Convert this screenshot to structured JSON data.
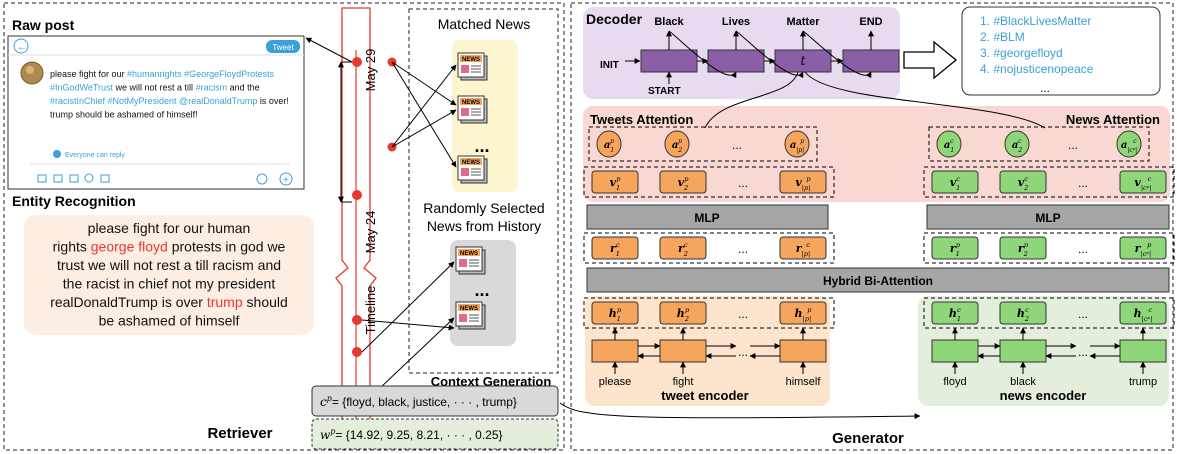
{
  "retriever": {
    "label": "Retriever",
    "raw_post": {
      "heading": "Raw post",
      "tweet_button": "Tweet",
      "text_lines": [
        [
          {
            "t": "please fight for our ",
            "c": "plain"
          },
          {
            "t": "#humanrights #GeorgeFloydProtests",
            "c": "tag"
          }
        ],
        [
          {
            "t": "#InGodWeTrust",
            "c": "tag"
          },
          {
            "t": " we will not rest a till ",
            "c": "plain"
          },
          {
            "t": "#racism",
            "c": "tag"
          },
          {
            "t": " and the",
            "c": "plain"
          }
        ],
        [
          {
            "t": "#racistInChief #NotMyPresident @realDonaldTrump",
            "c": "tag"
          },
          {
            "t": " is over!",
            "c": "plain"
          }
        ],
        [
          {
            "t": "trump should be ashamed of himself!",
            "c": "plain"
          }
        ]
      ],
      "reply_setting": "Everyone can reply"
    },
    "entity_recognition": {
      "heading": "Entity Recognition",
      "lines": [
        [
          {
            "t": "please fight for our human",
            "c": "plain"
          }
        ],
        [
          {
            "t": "rights ",
            "c": "plain"
          },
          {
            "t": "george floyd",
            "c": "ent"
          },
          {
            "t": " protests in god we",
            "c": "plain"
          }
        ],
        [
          {
            "t": "trust we will not rest a till racism and",
            "c": "plain"
          }
        ],
        [
          {
            "t": "the racist in chief not my president",
            "c": "plain"
          }
        ],
        [
          {
            "t": "realDonaldTrump is over ",
            "c": "plain"
          },
          {
            "t": "trump",
            "c": "ent"
          },
          {
            "t": " should",
            "c": "plain"
          }
        ],
        [
          {
            "t": "be ashamed of himself",
            "c": "plain"
          }
        ]
      ]
    },
    "timeline": {
      "label": "Timeline",
      "date_top": "May 29",
      "date_bottom": "May 24"
    },
    "matched_news": "Matched News",
    "random_news": [
      "Randomly Selected",
      "News from History"
    ],
    "ellipsis": "...",
    "news_icon_text": "NEWS",
    "context_generation": "Context Generation",
    "c_formula": "= {floyd, black, justice, · · · , trump}",
    "w_formula": "= {14.92, 9.25, 8.21, · · · , 0.25}"
  },
  "generator": {
    "label": "Generator",
    "decoder": {
      "title": "Decoder",
      "words": [
        "Black",
        "Lives",
        "Matter",
        "END"
      ],
      "init": "INIT",
      "start": "START",
      "t": "t"
    },
    "hashtags": [
      "1. #BlackLivesMatter",
      "2. #BLM",
      "3. #georgefloyd",
      "4. #nojusticenopeace"
    ],
    "hashtag_more": "...",
    "tweets_attention": "Tweets Attention",
    "news_attention": "News Attention",
    "mlp": "MLP",
    "hybrid": "Hybrid Bi-Attention",
    "dots": "...",
    "tweet_encoder": "tweet encoder",
    "news_encoder": "news encoder",
    "tweet_words": [
      "please",
      "fight",
      "himself"
    ],
    "news_words": [
      "floyd",
      "black",
      "trump"
    ],
    "tweet_a": [
      [
        "a",
        "1",
        "p"
      ],
      [
        "a",
        "2",
        "p"
      ],
      [
        "a",
        "|p|",
        "p"
      ]
    ],
    "news_a": [
      [
        "a",
        "1",
        "c"
      ],
      [
        "a",
        "2",
        "c"
      ],
      [
        "a",
        "|cᵖ|",
        "c"
      ]
    ],
    "tweet_v": [
      [
        "v",
        "1",
        "p"
      ],
      [
        "v",
        "2",
        "p"
      ],
      [
        "v",
        "|p|",
        "p"
      ]
    ],
    "news_v": [
      [
        "v",
        "1",
        "c"
      ],
      [
        "v",
        "2",
        "c"
      ],
      [
        "v",
        "|cᵖ|",
        "c"
      ]
    ],
    "tweet_r": [
      [
        "r",
        "1",
        "c"
      ],
      [
        "r",
        "2",
        "c"
      ],
      [
        "r",
        "|p|",
        "c"
      ]
    ],
    "news_r": [
      [
        "r",
        "1",
        "p"
      ],
      [
        "r",
        "2",
        "p"
      ],
      [
        "r",
        "|cᵖ|",
        "p"
      ]
    ],
    "tweet_h": [
      [
        "h",
        "1",
        "p"
      ],
      [
        "h",
        "2",
        "p"
      ],
      [
        "h",
        "|p|",
        "p"
      ]
    ],
    "news_h": [
      [
        "h",
        "1",
        "c"
      ],
      [
        "h",
        "2",
        "c"
      ],
      [
        "h",
        "|cᵖ|",
        "c"
      ]
    ]
  },
  "colors": {
    "orange_fill": "#f6a55c",
    "green_fill": "#8fd67a",
    "purple_fill": "#8a5fa8",
    "gray_bar": "#a6a6a6",
    "entity_red": "#e8392f",
    "hashtag_blue": "#3ba0d8",
    "tweet_bg": "#fde4cc",
    "news_bg": "#e3efdc",
    "attention_bg": "#f9d8d3",
    "decoder_bg": "#e7dcef",
    "entity_bg": "#fdeee3"
  }
}
